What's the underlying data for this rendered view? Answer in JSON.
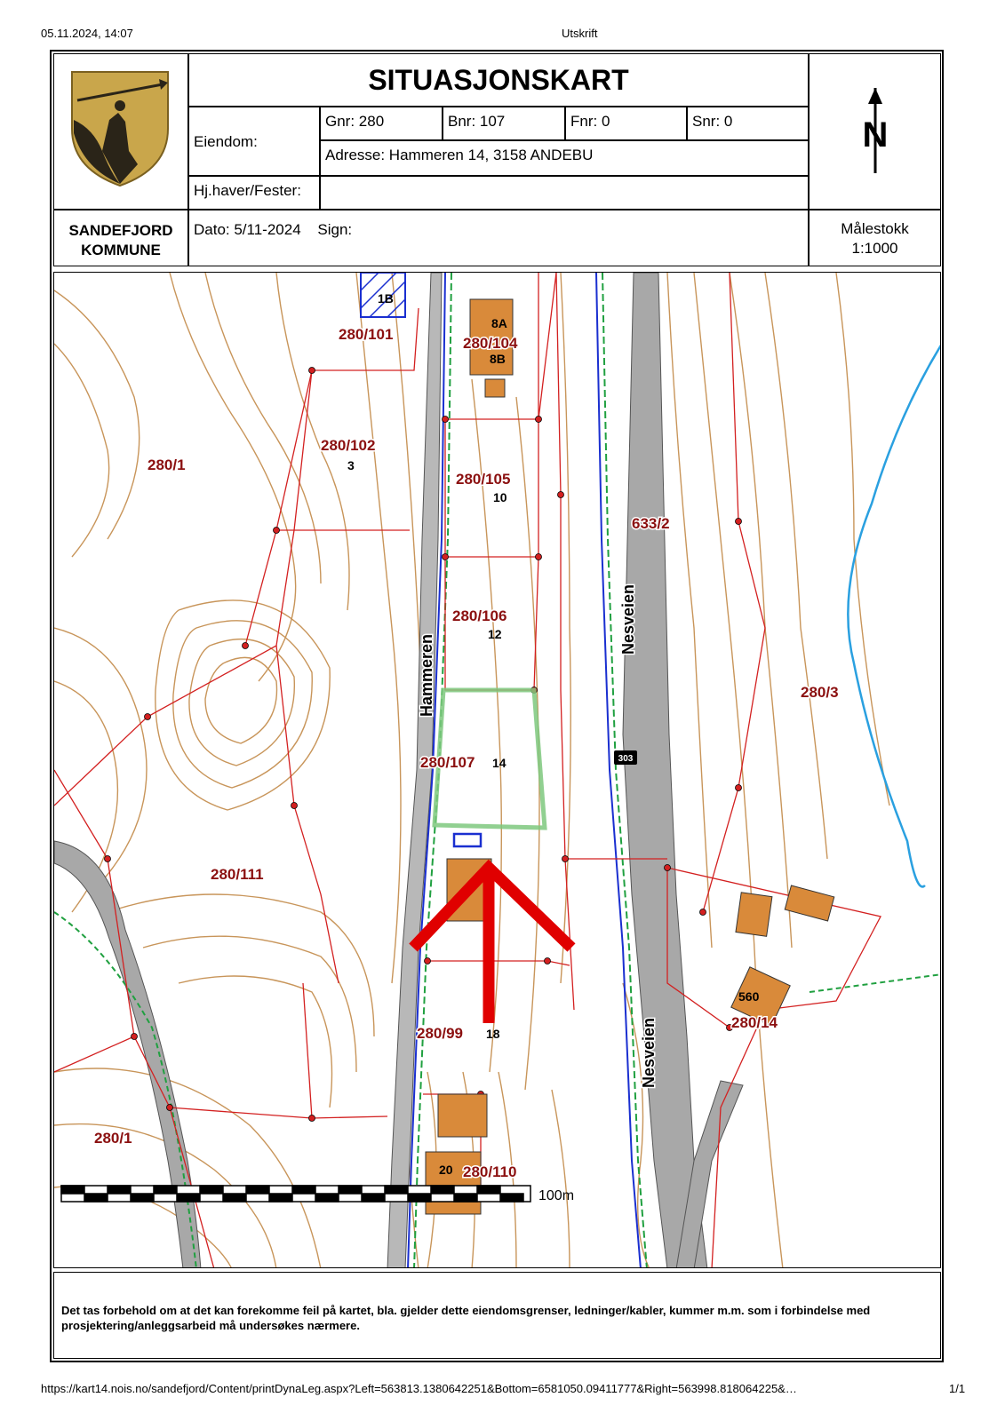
{
  "print_header": {
    "datetime": "05.11.2024, 14:07",
    "title": "Utskrift"
  },
  "sheet": {
    "title": "SITUASJONSKART",
    "property_label": "Eiendom:",
    "gnr": "Gnr: 280",
    "bnr": "Bnr: 107",
    "fnr": "Fnr: 0",
    "snr": "Snr: 0",
    "address": "Adresse: Hammeren 14, 3158 ANDEBU",
    "owner_label": "Hj.haver/Fester:",
    "owner_value": "",
    "municipality_line1": "SANDEFJORD",
    "municipality_line2": "KOMMUNE",
    "date": "Dato: 5/11-2024",
    "sign": "Sign:",
    "scale_label": "Målestokk",
    "scale_value": "1:1000",
    "north_letter": "N"
  },
  "map": {
    "parcels": [
      "280/101",
      "280/104",
      "280/102",
      "280/1",
      "280/105",
      "633/2",
      "280/106",
      "280/3",
      "280/107",
      "280/111",
      "280/99",
      "280/14",
      "280/1",
      "280/110"
    ],
    "house_numbers": [
      "1B",
      "8A",
      "8B",
      "3",
      "10",
      "12",
      "14",
      "18",
      "20",
      "560"
    ],
    "roads": [
      "Hammeren",
      "Nesveien",
      "Nesveien"
    ],
    "road_number": "303",
    "scalebar_label": "100m",
    "highlighted_parcel": "280/107",
    "colors": {
      "contour": "#c8955a",
      "boundary": "#d32020",
      "road": "#a8a8a8",
      "building": "#d98a3a",
      "highlight": "#7ec87e",
      "stream": "#2aa0e0",
      "arrow": "#e00000",
      "cable": "#1a2fd0"
    }
  },
  "disclaimer": "Det tas forbehold om at det kan forekomme feil på kartet, bla. gjelder dette eiendomsgrenser, ledninger/kabler, kummer m.m. som i forbindelse med prosjektering/anleggsarbeid må undersøkes nærmere.",
  "footer": {
    "url": "https://kart14.nois.no/sandefjord/Content/printDynaLeg.aspx?Left=563813.1380642251&Bottom=6581050.09411777&Right=563998.818064225&…",
    "page": "1/1"
  }
}
